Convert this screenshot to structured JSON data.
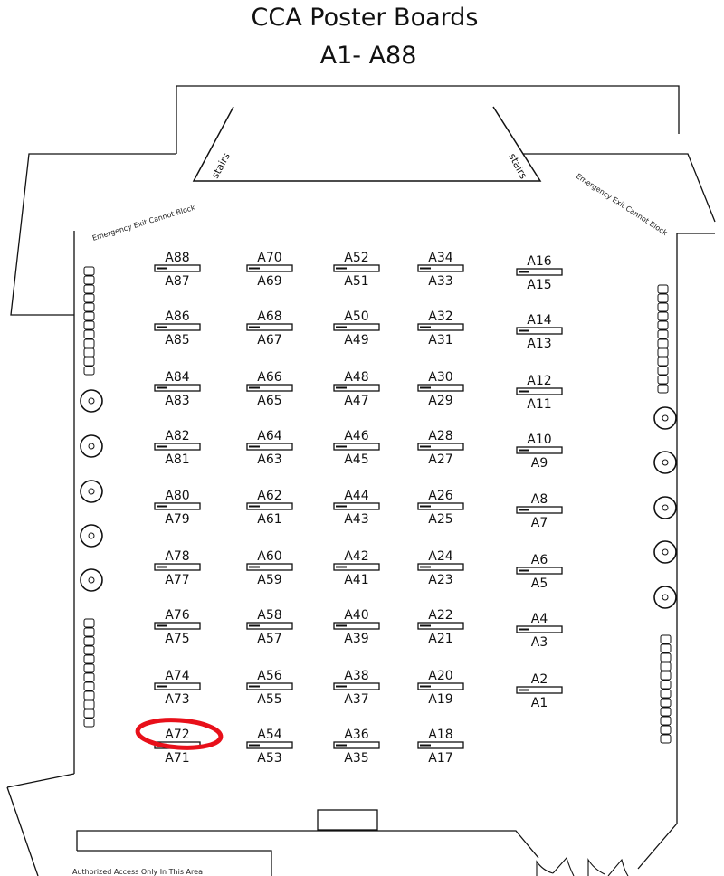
{
  "title": {
    "line1": "CCA Poster Boards",
    "line2": "A1- A88"
  },
  "notes": {
    "stairs_left": "stairs",
    "stairs_right": "stairs",
    "emergency_left": "Emergency Exit Cannot Block",
    "emergency_right": "Emergency Exit Cannot Block",
    "authorized": "Authorized Access Only In This Area"
  },
  "highlighted_board": "A72",
  "highlight_color": "#e8101a",
  "columns": [
    {
      "boards": [
        [
          "A88",
          "A87"
        ],
        [
          "A86",
          "A85"
        ],
        [
          "A84",
          "A83"
        ],
        [
          "A82",
          "A81"
        ],
        [
          "A80",
          "A79"
        ],
        [
          "A78",
          "A77"
        ],
        [
          "A76",
          "A75"
        ],
        [
          "A74",
          "A73"
        ],
        [
          "A72",
          "A71"
        ]
      ]
    },
    {
      "boards": [
        [
          "A70",
          "A69"
        ],
        [
          "A68",
          "A67"
        ],
        [
          "A66",
          "A65"
        ],
        [
          "A64",
          "A63"
        ],
        [
          "A62",
          "A61"
        ],
        [
          "A60",
          "A59"
        ],
        [
          "A58",
          "A57"
        ],
        [
          "A56",
          "A55"
        ],
        [
          "A54",
          "A53"
        ]
      ]
    },
    {
      "boards": [
        [
          "A52",
          "A51"
        ],
        [
          "A50",
          "A49"
        ],
        [
          "A48",
          "A47"
        ],
        [
          "A46",
          "A45"
        ],
        [
          "A44",
          "A43"
        ],
        [
          "A42",
          "A41"
        ],
        [
          "A40",
          "A39"
        ],
        [
          "A38",
          "A37"
        ],
        [
          "A36",
          "A35"
        ]
      ]
    },
    {
      "boards": [
        [
          "A34",
          "A33"
        ],
        [
          "A32",
          "A31"
        ],
        [
          "A30",
          "A29"
        ],
        [
          "A28",
          "A27"
        ],
        [
          "A26",
          "A25"
        ],
        [
          "A24",
          "A23"
        ],
        [
          "A22",
          "A21"
        ],
        [
          "A20",
          "A19"
        ],
        [
          "A18",
          "A17"
        ]
      ]
    },
    {
      "boards": [
        [
          "A16",
          "A15"
        ],
        [
          "A14",
          "A13"
        ],
        [
          "A12",
          "A11"
        ],
        [
          "A10",
          "A9"
        ],
        [
          "A8",
          "A7"
        ],
        [
          "A6",
          "A5"
        ],
        [
          "A4",
          "A3"
        ],
        [
          "A2",
          "A1"
        ]
      ]
    }
  ]
}
